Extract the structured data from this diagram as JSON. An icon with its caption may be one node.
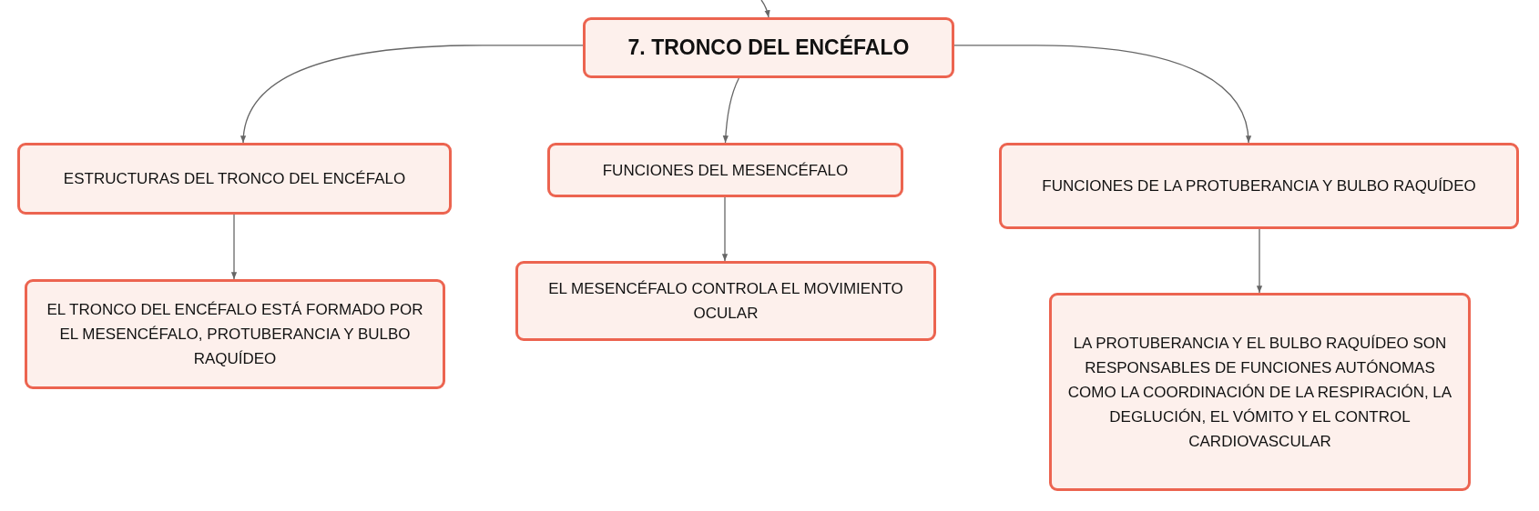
{
  "diagram": {
    "nodes": [
      {
        "text": [
          "7. TRONCO DEL ENCÉFALO"
        ]
      },
      {
        "text": [
          "ESTRUCTURAS DEL TRONCO DEL ENCÉFALO"
        ]
      },
      {
        "text": [
          "FUNCIONES DEL MESENCÉFALO"
        ]
      },
      {
        "text": [
          "FUNCIONES DE LA PROTUBERANCIA Y BULBO RAQUÍDEO"
        ]
      },
      {
        "text": [
          "EL TRONCO DEL ENCÉFALO ESTÁ FORMADO POR EL MESENCÉFALO, PROTUBERANCIA Y BULBO RAQUÍDEO"
        ]
      },
      {
        "text": [
          "EL MESENCÉFALO CONTROLA EL MOVIMIENTO OCULAR"
        ]
      },
      {
        "text": [
          "LA PROTUBERANCIA Y EL BULBO RAQUÍDEO SON RESPONSABLES DE FUNCIONES AUTÓNOMAS COMO LA COORDINACIÓN DE LA RESPIRACIÓN, LA DEGLUCIÓN, EL VÓMITO Y EL CONTROL CARDIOVASCULAR"
        ]
      }
    ],
    "edges": [
      {
        "from": null,
        "to": 0,
        "arrow": "to"
      },
      {
        "from": 0,
        "to": 1,
        "arrow": "to"
      },
      {
        "from": 0,
        "to": 2,
        "arrow": "to"
      },
      {
        "from": 0,
        "to": 3,
        "arrow": "to"
      },
      {
        "from": 1,
        "to": 4,
        "arrow": "to"
      },
      {
        "from": 2,
        "to": 5,
        "arrow": "to"
      },
      {
        "from": 3,
        "to": 6,
        "arrow": "to"
      }
    ]
  }
}
